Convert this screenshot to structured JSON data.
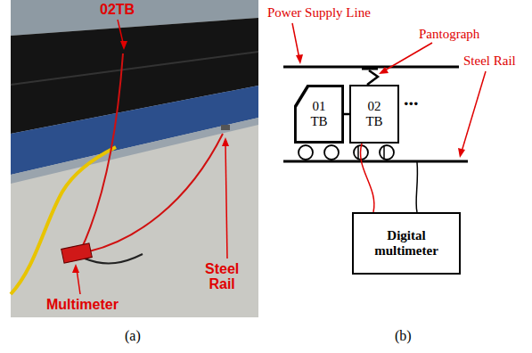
{
  "diagram": {
    "nodes": [
      {
        "text": [
          "01 TB"
        ]
      },
      {
        "text": [
          "02 TB"
        ]
      },
      {
        "text": [
          "Digital multimeter"
        ]
      }
    ],
    "edges": [
      {
        "from": 0,
        "to": 1,
        "arrow": "none"
      },
      {
        "from": 1,
        "to": 2,
        "arrow": "none"
      }
    ],
    "labels": [
      "02TB",
      "Multimeter",
      "Steel Rail",
      "Power Supply Line",
      "Pantograph",
      "Steel Rail",
      "...",
      "(a)",
      "(b)"
    ]
  }
}
